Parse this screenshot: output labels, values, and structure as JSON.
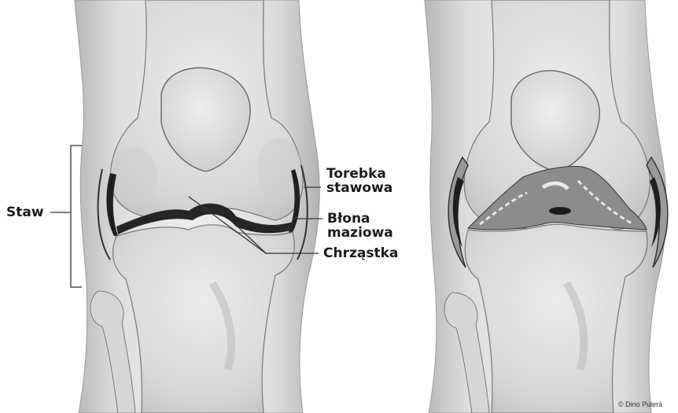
{
  "labels": {
    "staw": "Staw",
    "torebka_line1": "Torebka",
    "torebka_line2": "stawowa",
    "blona_line1": "Błona",
    "blona_line2": "maziowa",
    "chrzastka": "Chrząstka"
  },
  "credit": "© Dino Pulerà",
  "colors": {
    "background": "#ffffff",
    "bone_light": "#e4e4e4",
    "bone_mid": "#cfcfcf",
    "skin_shade": "#bdbdbd",
    "dark_tissue": "#1f1f1f",
    "line": "#333333"
  }
}
